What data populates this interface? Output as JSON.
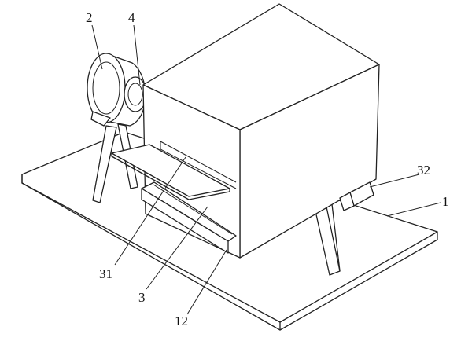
{
  "labels": {
    "l2": "2",
    "l4": "4",
    "l32": "32",
    "l1": "1",
    "l31": "31",
    "l3": "3",
    "l12": "12"
  }
}
